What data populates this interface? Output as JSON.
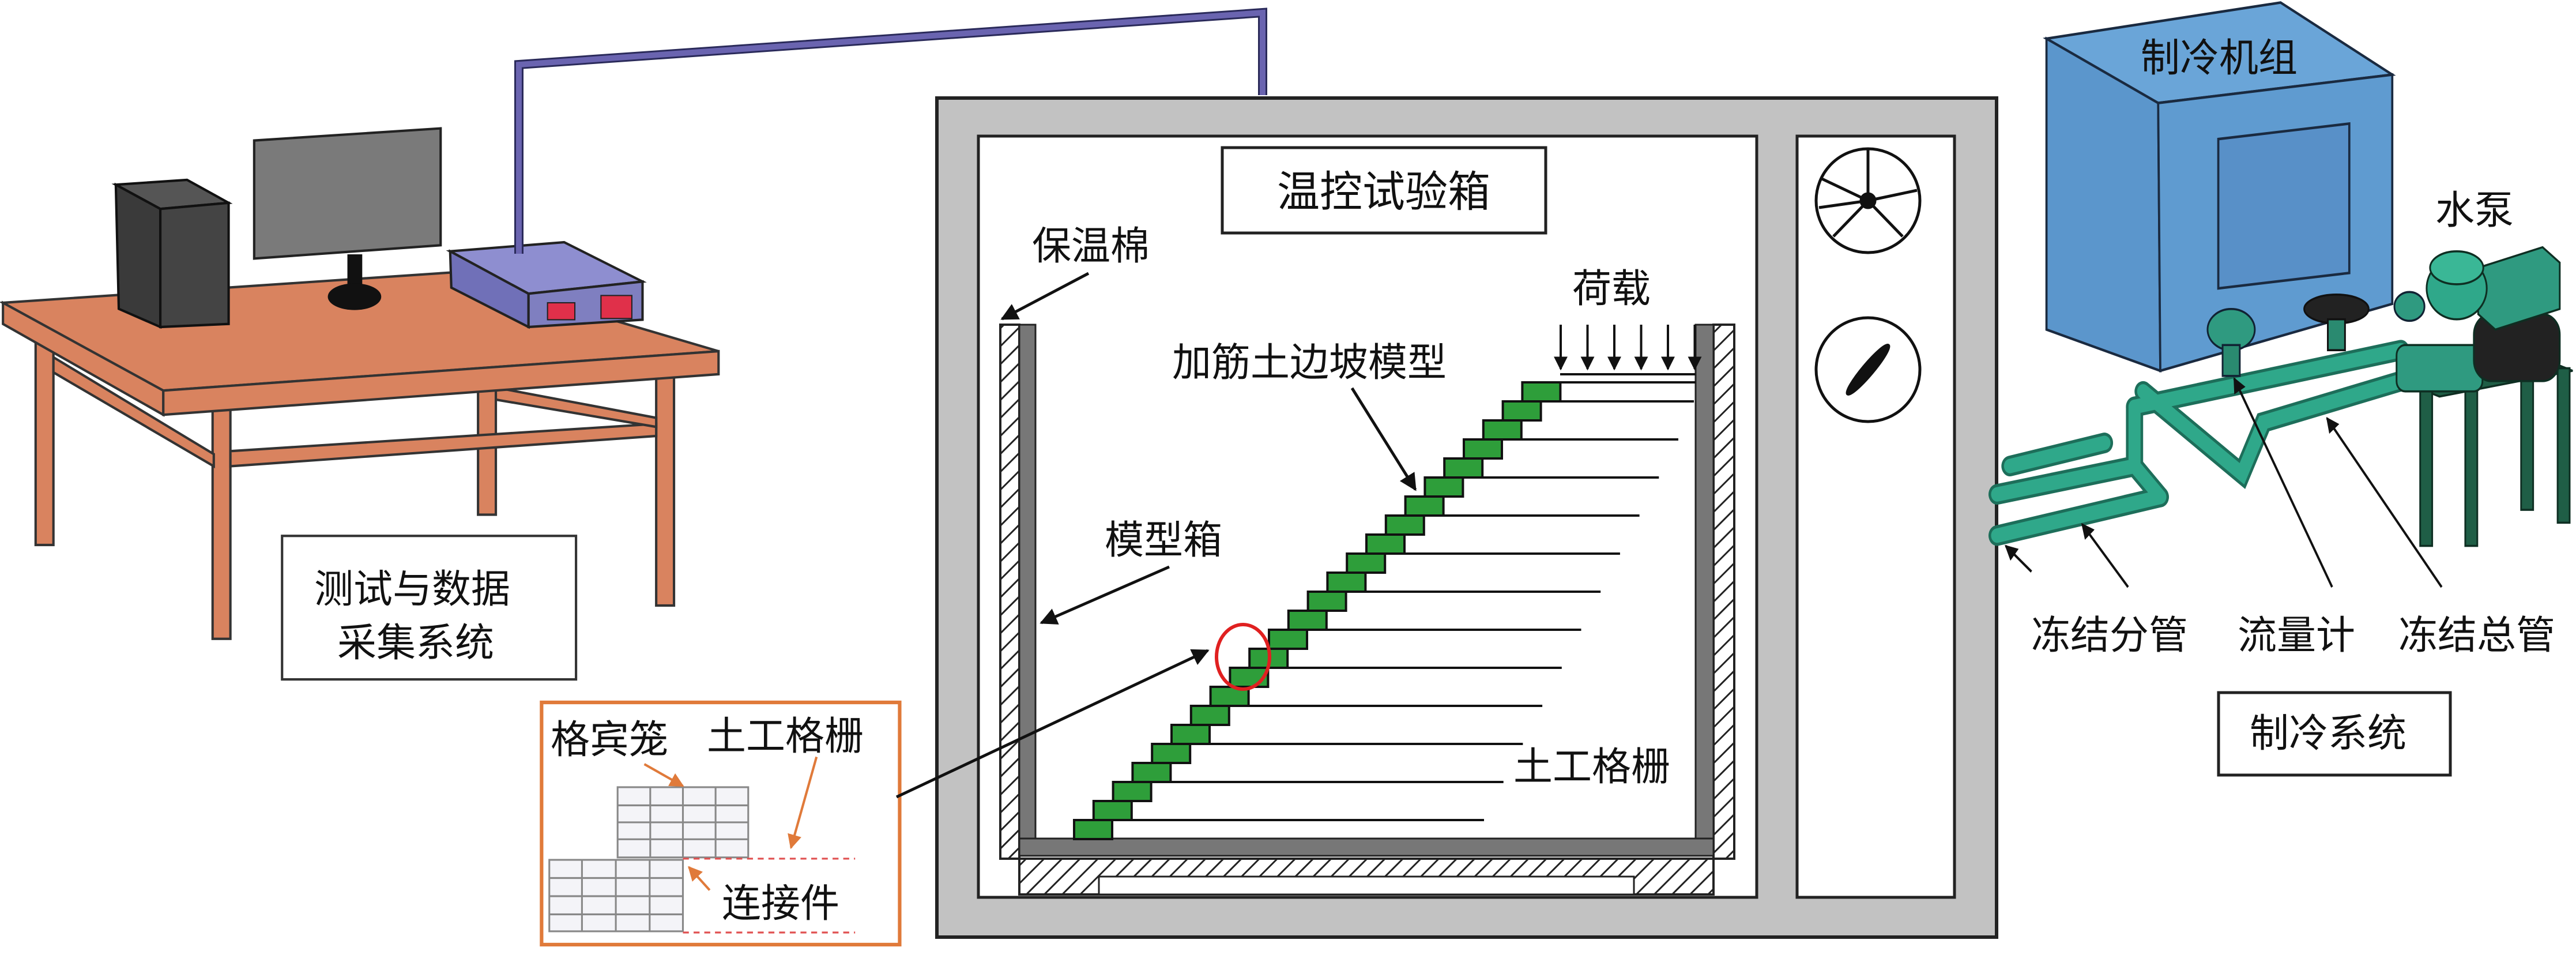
{
  "labels": {
    "daq_system_line1": "测试与数据",
    "daq_system_line2": "采集系统",
    "chamber_title": "温控试验箱",
    "insulation": "保温棉",
    "model_box": "模型箱",
    "slope_model": "加筋土边坡模型",
    "load": "荷载",
    "geogrid": "土工格栅",
    "inset_gabion": "格宾笼",
    "inset_geogrid": "土工格栅",
    "inset_connector": "连接件",
    "refrigeration_unit": "制冷机组",
    "water_pump": "水泵",
    "branch_pipe": "冻结分管",
    "flowmeter": "流量计",
    "main_pipe": "冻结总管",
    "refrigeration_system": "制冷系统"
  },
  "colors": {
    "desk": "#d9835f",
    "tower": "#3c3c3c",
    "monitor": "#7a7a7a",
    "daq_box": "#7f7fc0",
    "daq_buttons": "#e0304a",
    "cable": "#6a64b0",
    "frame": "#c2c2c2",
    "gabion_block": "#2e9e3a",
    "highlight_circle": "#e02020",
    "inset_border": "#e07a3a",
    "refrigerator": "#5f9bd0",
    "pipe": "#2fa88a",
    "pump_stand": "#1f5e46"
  },
  "slope": {
    "blocks": 24,
    "geogrid_layers": 12,
    "load_arrows": 6
  }
}
